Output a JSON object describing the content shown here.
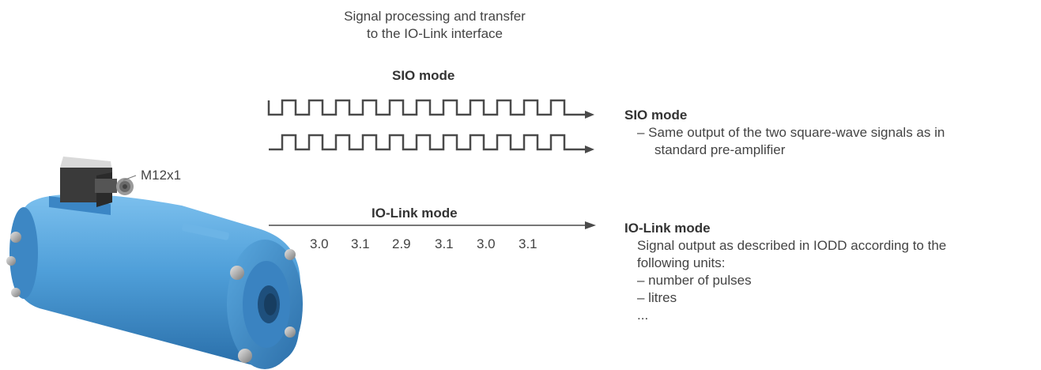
{
  "caption": {
    "line1": "Signal processing and transfer",
    "line2": "to the IO-Link interface"
  },
  "sio_label": "SIO mode",
  "io_link_label": "IO-Link mode",
  "connector_label": "M12x1",
  "io_link_values": [
    "3.0",
    "3.1",
    "2.9",
    "3.1",
    "3.0",
    "3.1"
  ],
  "sio_description": {
    "title": "SIO mode",
    "line1": "– Same output of the two square-wave signals as in",
    "line2": "standard pre-amplifier"
  },
  "io_link_description": {
    "title": "IO-Link mode",
    "line1": "Signal output as described in IODD according to the",
    "line2": "following units:",
    "item1": "– number of pulses",
    "item2": "– litres",
    "ellipsis": "..."
  },
  "colors": {
    "device_body": "#4f9fd9",
    "device_dark": "#2f77b4",
    "connector": "#3a3a3a",
    "signal_line": "#4a4a4a"
  }
}
